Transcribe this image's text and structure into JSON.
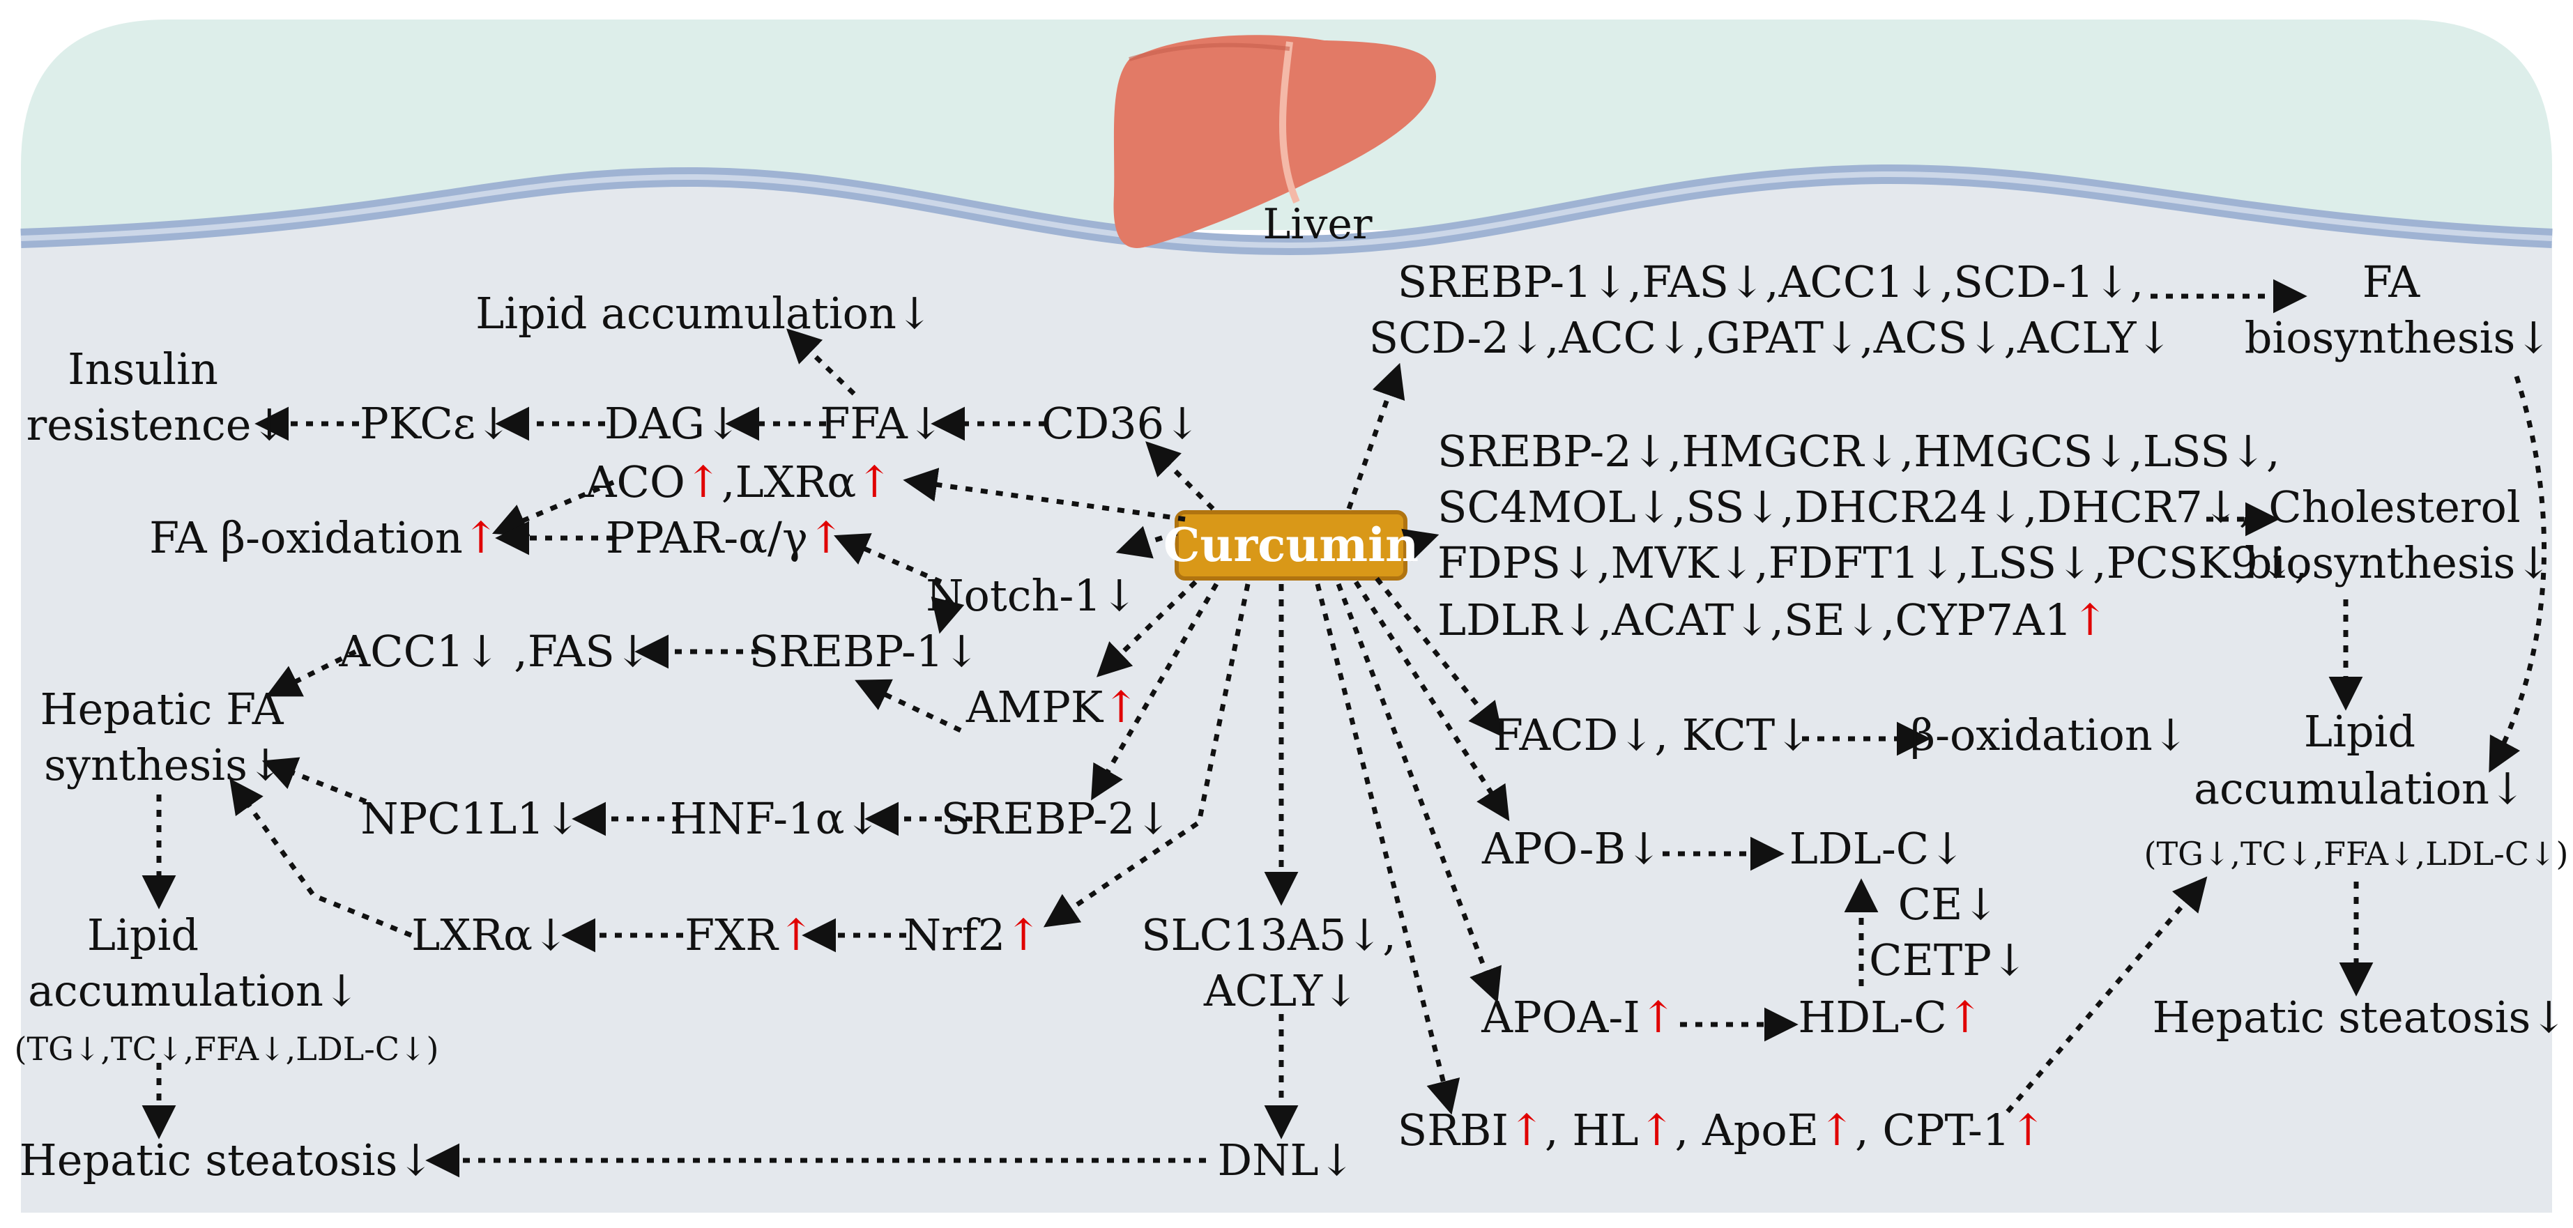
{
  "title": "",
  "colors": {
    "top_bg": "#ddeeea",
    "main_bg": "#e4e8ed",
    "membrane": "#9fb3d3",
    "membrane_light": "#ccd7e8",
    "arrow": "#111111",
    "up_arrow": "#e00000",
    "curcumin_fill": "#d99818",
    "curcumin_border": "#b07410",
    "liver_fill": "#e27a66",
    "liver_shade": "#c85f4d"
  },
  "liver_label": "Liver",
  "center_node": "Curcumin",
  "nodes": {
    "lipid_accum_top": "Lipid  accumulation↓",
    "insulin_1": "Insulin",
    "insulin_2": "resistence↓",
    "pkce": "PKCε↓",
    "dag": "DAG↓",
    "ffa": "FFA↓",
    "cd36": "CD36↓",
    "aco": "ACO",
    "lxra_up": ",LXRα",
    "fa_beta_ox": "FA β-oxidation",
    "ppar": "PPAR-α/γ",
    "notch": "Notch-1↓",
    "acc1_fas": "ACC1↓ ,FAS↓",
    "srebp1_left": "SREBP-1↓",
    "ampk": "AMPK",
    "hepatic_fa_1": "Hepatic FA",
    "hepatic_fa_2": "synthesis↓",
    "npc1l1": "NPC1L1↓",
    "hnf1a": "HNF-1α↓",
    "srebp2_left": "SREBP-2↓",
    "lxra_down": "LXRα↓",
    "fxr": "FXR",
    "nrf2": "Nrf2",
    "slc_1": "SLC13A5↓,",
    "slc_2": "ACLY↓",
    "lipid_left_1": "Lipid",
    "lipid_left_2": "accumulation↓",
    "lipid_left_3": "(TG↓,TC↓,FFA↓,LDL-C↓)",
    "steatosis_left": "Hepatic steatosis↓",
    "dnl": "DNL↓",
    "srebp1_group_1": "SREBP-1↓,FAS↓,ACC1↓,SCD-1↓,",
    "srebp1_group_2": "SCD-2↓,ACC↓,GPAT↓,ACS↓,ACLY↓",
    "fa_bio_1": "FA",
    "fa_bio_2": "biosynthesis↓",
    "srebp2_group_1": "SREBP-2↓,HMGCR↓,HMGCS↓,LSS↓,",
    "srebp2_group_2": "SC4MOL↓,SS↓,DHCR24↓,DHCR7↓,",
    "srebp2_group_3": "FDPS↓,MVK↓,FDFT1↓,LSS↓,PCSK9↓,",
    "srebp2_group_4": "LDLR↓,ACAT↓,SE↓,CYP7A1",
    "chol_1": "Cholesterol",
    "chol_2": "biosynthesis↓",
    "facd": "FACD↓, KCT↓",
    "beta_ox": "β-oxidation↓",
    "lipid_right_1": "Lipid",
    "lipid_right_2": "accumulation↓",
    "lipid_right_3": "(TG↓,TC↓,FFA↓,LDL-C↓)",
    "apob": "APO-B↓",
    "ldlc": "LDL-C↓",
    "ce": "CE↓",
    "cetp": "CETP↓",
    "apoa1": "APOA-I",
    "hdlc": "HDL-C",
    "steatosis_right": "Hepatic steatosis↓",
    "srbi": "SRBI",
    "hl": ", HL",
    "apoe": ", ApoE",
    "cpt1": ", CPT-1",
    "up": "↑"
  }
}
